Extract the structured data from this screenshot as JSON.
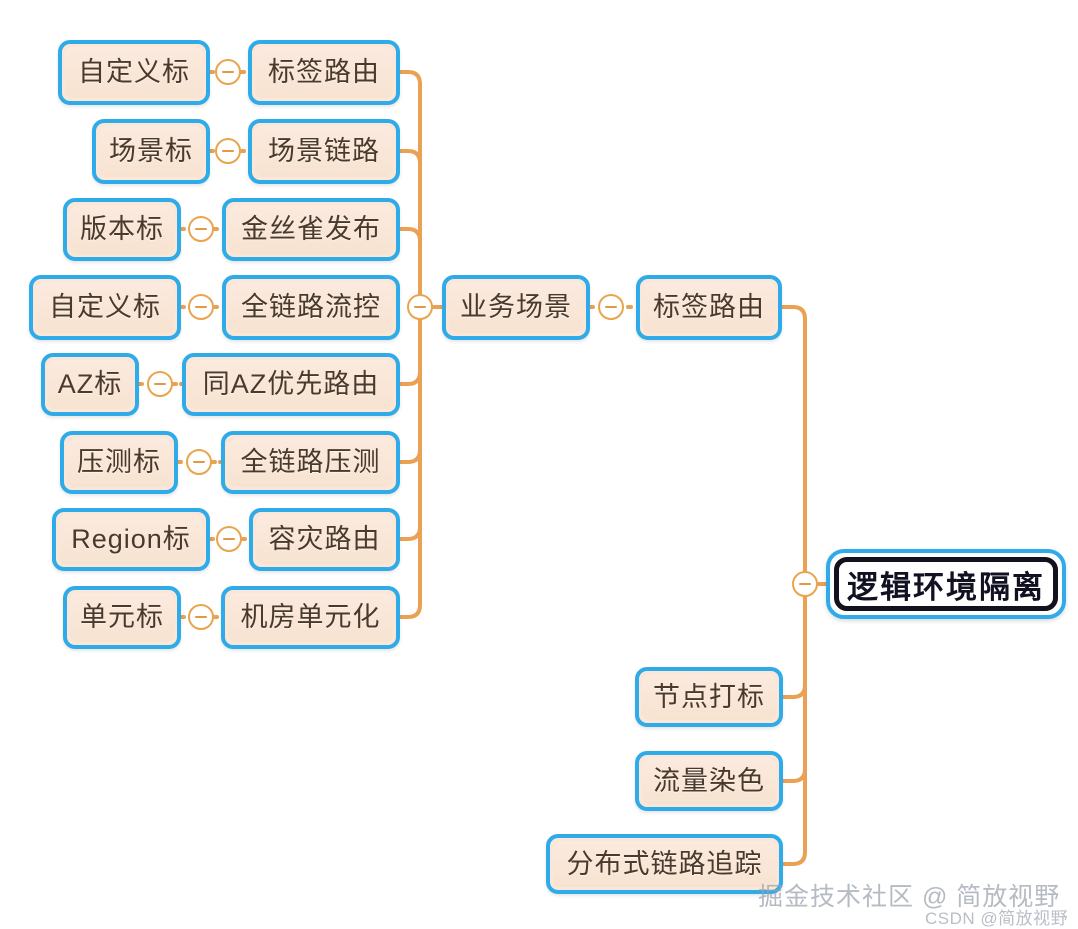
{
  "diagram": {
    "type": "mindmap",
    "title": "逻辑环境隔离",
    "orientation": "right-to-left-and-right",
    "colors": {
      "node_fill": "#fae7d7",
      "node_border": "#2fabe9",
      "node_text": "#4a3a2c",
      "connector": "#eaa153",
      "root_border_inner": "#12121f",
      "root_fill": "#ffffff",
      "background": "#ffffff"
    }
  },
  "root": {
    "label": "逻辑环境隔离"
  },
  "branch_left": {
    "hub_label": "业务场景",
    "hub_child_label": "全链路流控",
    "pairs": [
      {
        "tag": "自定义标",
        "feature": "标签路由"
      },
      {
        "tag": "场景标",
        "feature": "场景链路"
      },
      {
        "tag": "版本标",
        "feature": "金丝雀发布"
      },
      {
        "tag": "自定义标",
        "feature": "全链路流控"
      },
      {
        "tag": "AZ标",
        "feature": "同AZ优先路由"
      },
      {
        "tag": "压测标",
        "feature": "全链路压测"
      },
      {
        "tag": "Region标",
        "feature": "容灾路由"
      },
      {
        "tag": "单元标",
        "feature": "机房单元化"
      }
    ]
  },
  "branch_right": {
    "items": [
      {
        "label": "标签路由"
      },
      {
        "label": "节点打标"
      },
      {
        "label": "流量染色"
      },
      {
        "label": "分布式链路追踪"
      }
    ]
  },
  "toggles": {
    "icon": "minus-circle-icon",
    "symbol": "−"
  },
  "watermark": {
    "main": "掘金技术社区 @ 简放视野",
    "sub": "CSDN @简放视野"
  }
}
